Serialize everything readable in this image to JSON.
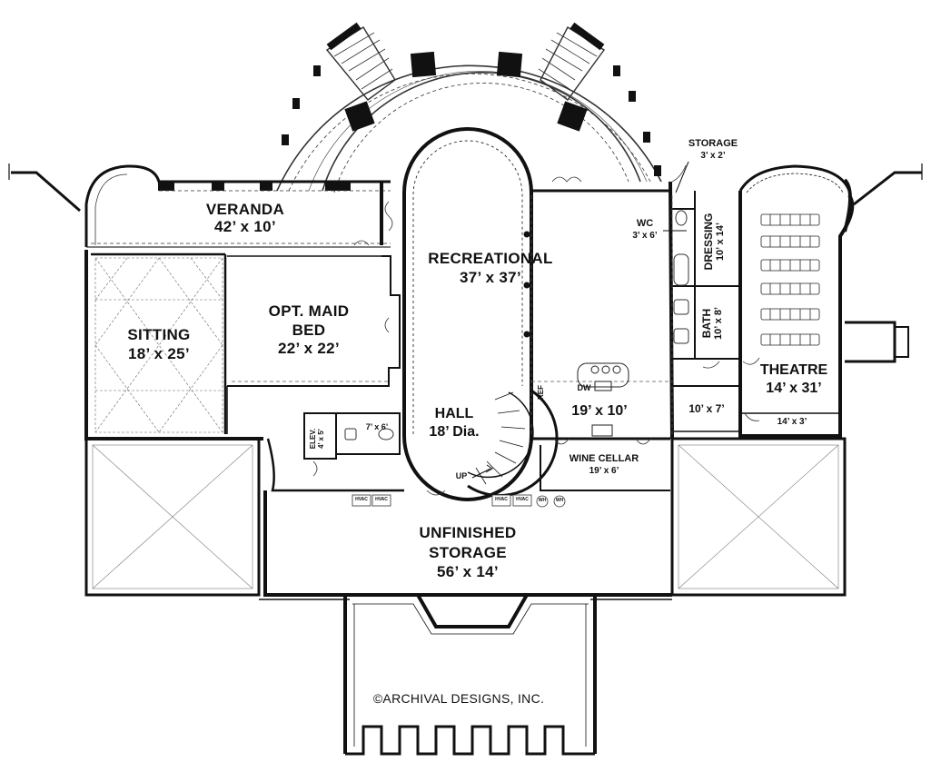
{
  "rooms": {
    "veranda": {
      "name": "VERANDA",
      "dim": "42’ x 10’"
    },
    "recreational": {
      "name": "RECREATIONAL",
      "dim": "37’ x 37’"
    },
    "sitting": {
      "name": "SITTING",
      "dim": "18’ x 25’"
    },
    "maid": {
      "name1": "OPT. MAID",
      "name2": "BED",
      "dim": "22’ x 22’"
    },
    "hall": {
      "name": "HALL",
      "dim": "18’ Dia."
    },
    "kitchen": {
      "dim": "19’ x 10’"
    },
    "wine": {
      "name": "WINE CELLAR",
      "dim": "19’ x 6’"
    },
    "storage_small": {
      "name": "STORAGE",
      "dim": "3’ x 2’"
    },
    "wc": {
      "name": "WC",
      "dim": "3’ x 6’"
    },
    "dressing": {
      "name": "DRESSING",
      "dim": "10’ x 14’"
    },
    "bath": {
      "name": "BATH",
      "dim": "10’ x 8’"
    },
    "theatre": {
      "name": "THEATRE",
      "dim": "14’ x 31’"
    },
    "closet1": {
      "dim": "10’ x 7’"
    },
    "closet2": {
      "dim": "14’ x 3’"
    },
    "elev": {
      "name": "ELEV.",
      "dim": "4’ x 5’"
    },
    "powder": {
      "dim": "7’ x 6’"
    },
    "unfinished": {
      "name": "UNFINISHED",
      "name2": "STORAGE",
      "dim": "56’ x 14’"
    }
  },
  "fixtures": {
    "up": "UP",
    "ref": "REF",
    "dw": "DW",
    "hvac": "HVAC",
    "wh": "WH"
  },
  "copyright": "©ARCHIVAL DESIGNS, INC."
}
